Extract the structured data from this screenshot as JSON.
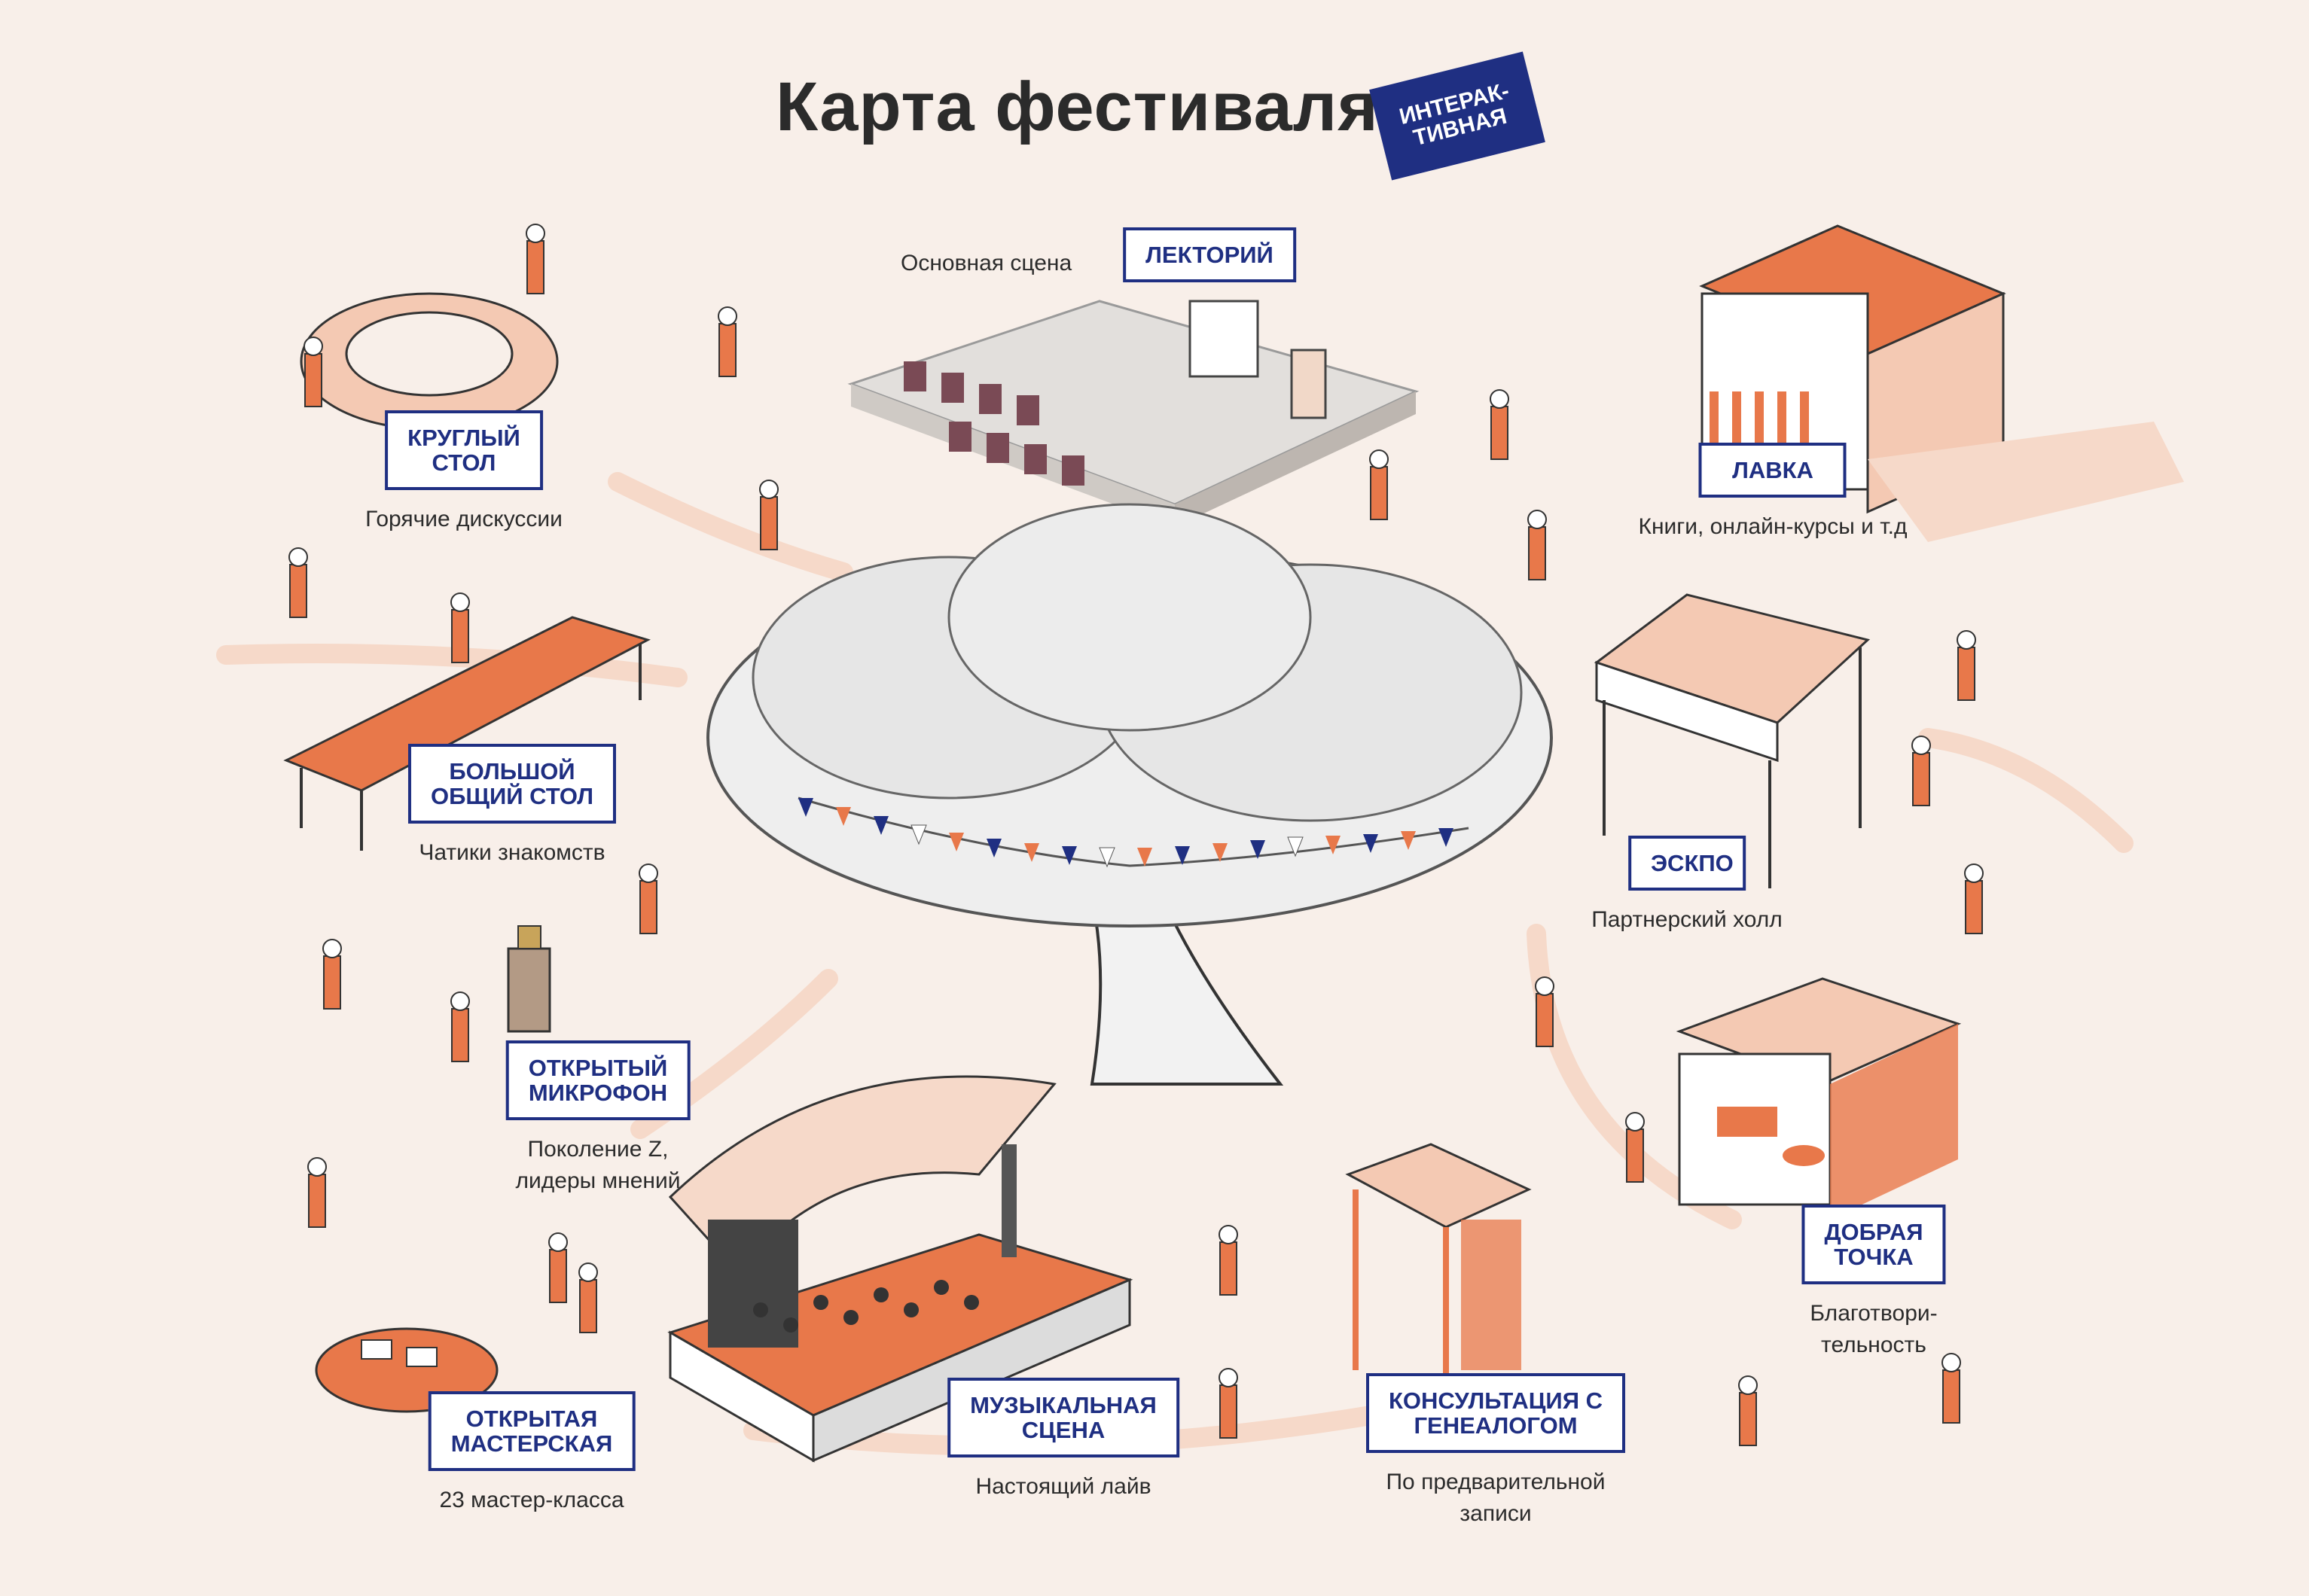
{
  "page": {
    "title": "Карта фестиваля",
    "badge": "ИНТЕРАК-\nТИВНАЯ"
  },
  "colors": {
    "background": "#f8efe9",
    "accent": "#e8784a",
    "label_border": "#1f2f82",
    "text": "#2b2b2b"
  },
  "main_stage_caption": "Основная сцена",
  "zones": [
    {
      "id": "lecture",
      "label": "ЛЕКТОРИЙ",
      "desc": ""
    },
    {
      "id": "round-table",
      "label": "КРУГЛЫЙ\nСТОЛ",
      "desc": "Горячие дискуссии"
    },
    {
      "id": "shop",
      "label": "ЛАВКА",
      "desc": "Книги, онлайн-курсы и т.д"
    },
    {
      "id": "big-table",
      "label": "БОЛЬШОЙ\nОБЩИЙ СТОЛ",
      "desc": "Чатики знакомств"
    },
    {
      "id": "expo",
      "label": "ЭСКПО",
      "desc": "Партнерский холл"
    },
    {
      "id": "open-mic",
      "label": "ОТКРЫТЫЙ\nМИКРОФОН",
      "desc": "Поколение Z,\nлидеры мнений"
    },
    {
      "id": "good-point",
      "label": "ДОБРАЯ\nТОЧКА",
      "desc": "Благотвори-\nтельность"
    },
    {
      "id": "workshop",
      "label": "ОТКРЫТАЯ\nМАСТЕРСКАЯ",
      "desc": "23 мастер-класса"
    },
    {
      "id": "music-stage",
      "label": "МУЗЫКАЛЬНАЯ\nСЦЕНА",
      "desc": "Настоящий лайв"
    },
    {
      "id": "genealogy",
      "label": "КОНСУЛЬТАЦИЯ С\nГЕНЕАЛОГОМ",
      "desc": "По предварительной\nзаписи"
    }
  ]
}
